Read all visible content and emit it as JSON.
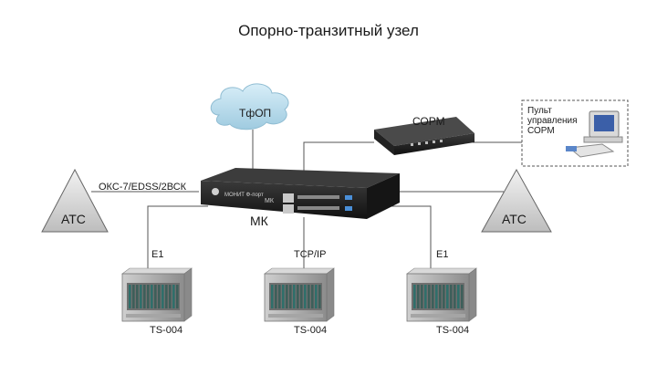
{
  "title": "Опорно-транзитный узел",
  "cloud_label": "ТфОП",
  "sorm_label": "СОРМ",
  "console_label": [
    "Пульт",
    "управления",
    "СОРМ"
  ],
  "mk_label": "МК",
  "atc_left_label": "АТС",
  "atc_right_label": "АТС",
  "signalling_label": "ОКС-7/EDSS/2ВСК",
  "link_left_label": "E1",
  "link_center_label": "TCP/IP",
  "link_right_label": "E1",
  "rack_left_label": "TS-004",
  "rack_center_label": "TS-004",
  "rack_right_label": "TS-004",
  "device_text": {
    "mk_brand": "МОНИТ Ф-порт",
    "mk_model": "МК"
  },
  "colors": {
    "line": "#555555",
    "device_dark": "#1e1e1e",
    "rack_frame": "#9a9a9a",
    "rack_card": "#3a5a55",
    "cloud": "#b9dcec",
    "triangle_fill": "#dcdcdc"
  }
}
